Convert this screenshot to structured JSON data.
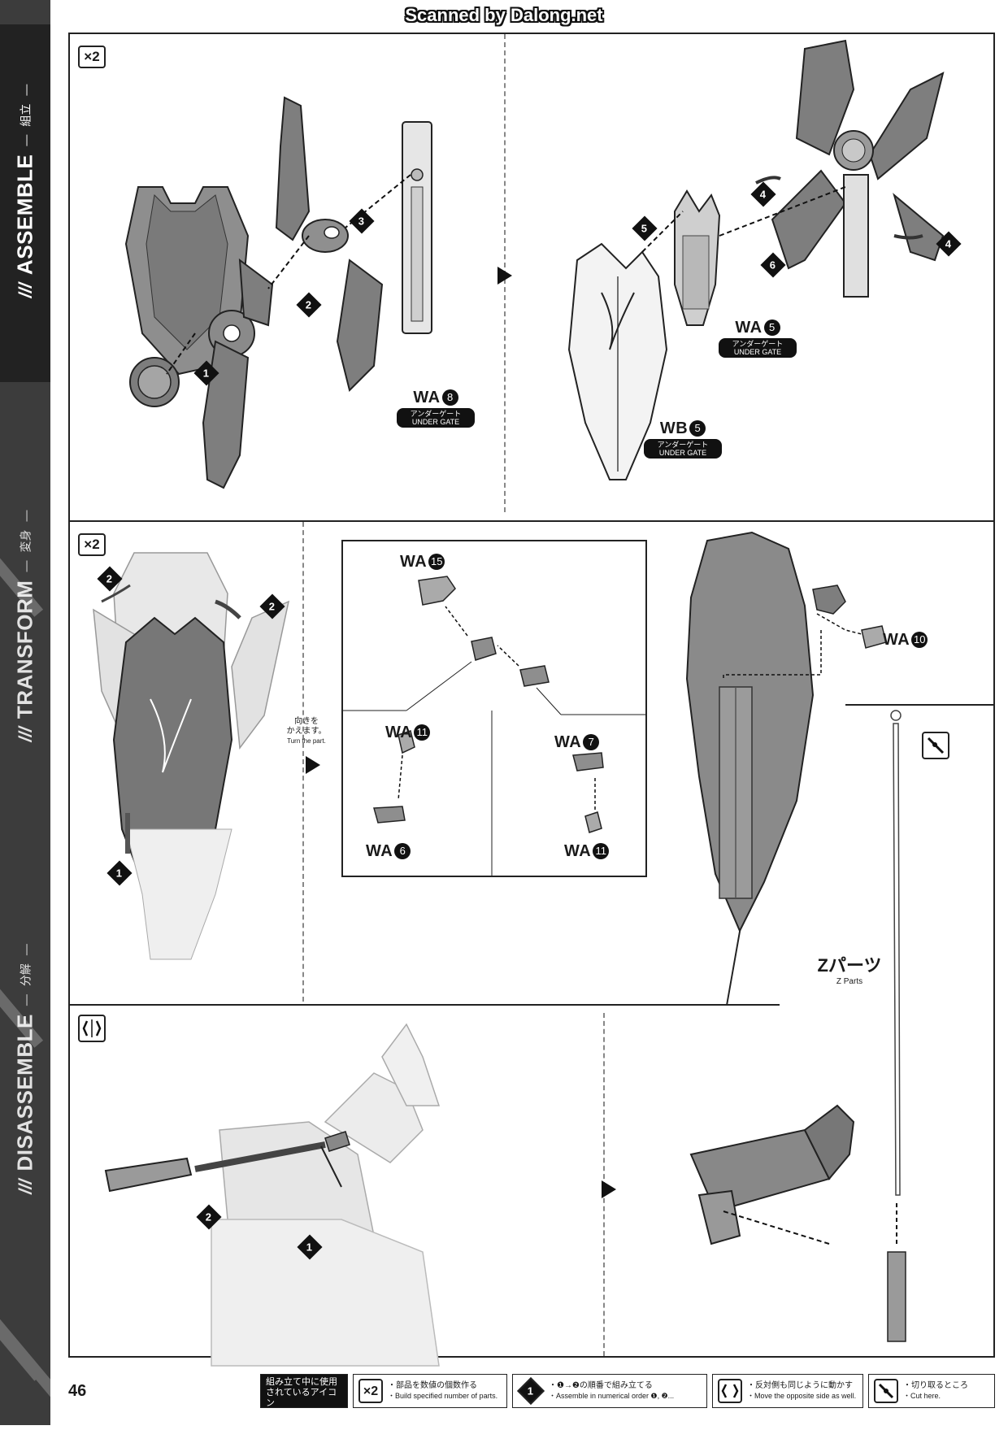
{
  "scan_credit": "Scanned by Dalong.net",
  "page_number": "46",
  "side_sections": [
    {
      "en": "ASSEMBLE",
      "jp": "組立"
    },
    {
      "en": "TRANSFORM",
      "jp": "変身"
    },
    {
      "en": "DISASSEMBLE",
      "jp": "分解"
    }
  ],
  "panel1": {
    "quantity": "×2",
    "steps": [
      "1",
      "2",
      "3",
      "4",
      "4",
      "5",
      "6"
    ],
    "parts": [
      {
        "code": "WA",
        "num": "8",
        "gate_jp": "アンダーゲート",
        "gate_en": "UNDER GATE"
      },
      {
        "code": "WA",
        "num": "5",
        "gate_jp": "アンダーゲート",
        "gate_en": "UNDER GATE"
      },
      {
        "code": "WB",
        "num": "5",
        "gate_jp": "アンダーゲート",
        "gate_en": "UNDER GATE"
      }
    ]
  },
  "panel2": {
    "quantity": "×2",
    "steps": [
      "1",
      "2",
      "2"
    ],
    "turn_note": {
      "jp": "向きを\nかえます。",
      "en": "Turn the part."
    },
    "parts": [
      {
        "code": "WA",
        "num": "15"
      },
      {
        "code": "WA",
        "num": "11"
      },
      {
        "code": "WA",
        "num": "6"
      },
      {
        "code": "WA",
        "num": "7"
      },
      {
        "code": "WA",
        "num": "11"
      },
      {
        "code": "WA",
        "num": "10"
      }
    ],
    "z_parts": {
      "jp": "Zパーツ",
      "en": "Z Parts"
    }
  },
  "panel3": {
    "steps": [
      "1",
      "2"
    ]
  },
  "legend": {
    "title_jp": "組み立て中に使用されているアイコン",
    "title_en": "Symbols used in instructions",
    "items": [
      {
        "icon": "×2",
        "jp": "・部品を数値の個数作る",
        "en": "・Build specified number of parts."
      },
      {
        "icon": "1",
        "jp": "・❶→❷の順番で組み立てる",
        "en": "・Assemble in numerical order ❶, ❷..."
      },
      {
        "icon": "mirror",
        "jp": "・反対側も同じように動かす",
        "en": "・Move the opposite side as well."
      },
      {
        "icon": "cut",
        "jp": "・切り取るところ",
        "en": "・Cut here."
      }
    ]
  }
}
